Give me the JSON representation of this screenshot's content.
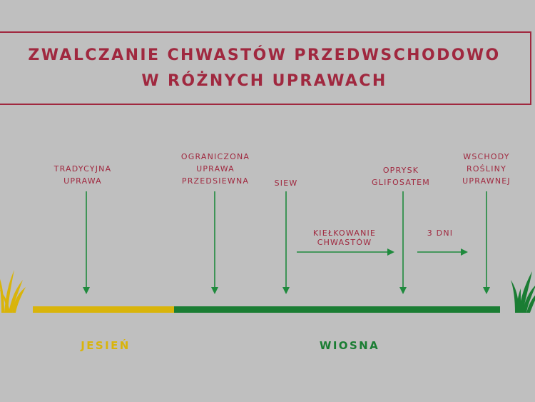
{
  "title": {
    "line1": "ZWALCZANIE CHWASTÓW PRZEDWSCHODOWO",
    "line2": "W RÓŻNYCH UPRAWACH"
  },
  "events": [
    {
      "id": "tradycyjna",
      "lines": [
        "TRADYCYJNA",
        "UPRAWA"
      ]
    },
    {
      "id": "ograniczona",
      "lines": [
        "OGRANICZONA",
        "UPRAWA",
        "PRZEDSIEWNA"
      ]
    },
    {
      "id": "siew",
      "lines": [
        "SIEW"
      ]
    },
    {
      "id": "oprysk",
      "lines": [
        "OPRYSK",
        "GLIFOSATEM"
      ]
    },
    {
      "id": "wschody",
      "lines": [
        "WSCHODY",
        "ROŚLINY",
        "UPRAWNEJ"
      ]
    }
  ],
  "notes": {
    "germination_line1": "KIEŁKOWANIE",
    "germination_line2": "CHWASTÓW",
    "days": "3 DNI"
  },
  "seasons": {
    "autumn": "JESIEŃ",
    "spring": "WIOSNA"
  },
  "colors": {
    "background": "#bfbfbf",
    "title": "#a0283f",
    "arrow": "#1f8a3d",
    "autumn": "#d9b40a",
    "spring": "#1a7d33",
    "grass_dry": "#d9b40a",
    "grass_green": "#1a7d33"
  },
  "icons": {
    "left": "dry-grass-icon",
    "right": "green-grass-icon"
  }
}
